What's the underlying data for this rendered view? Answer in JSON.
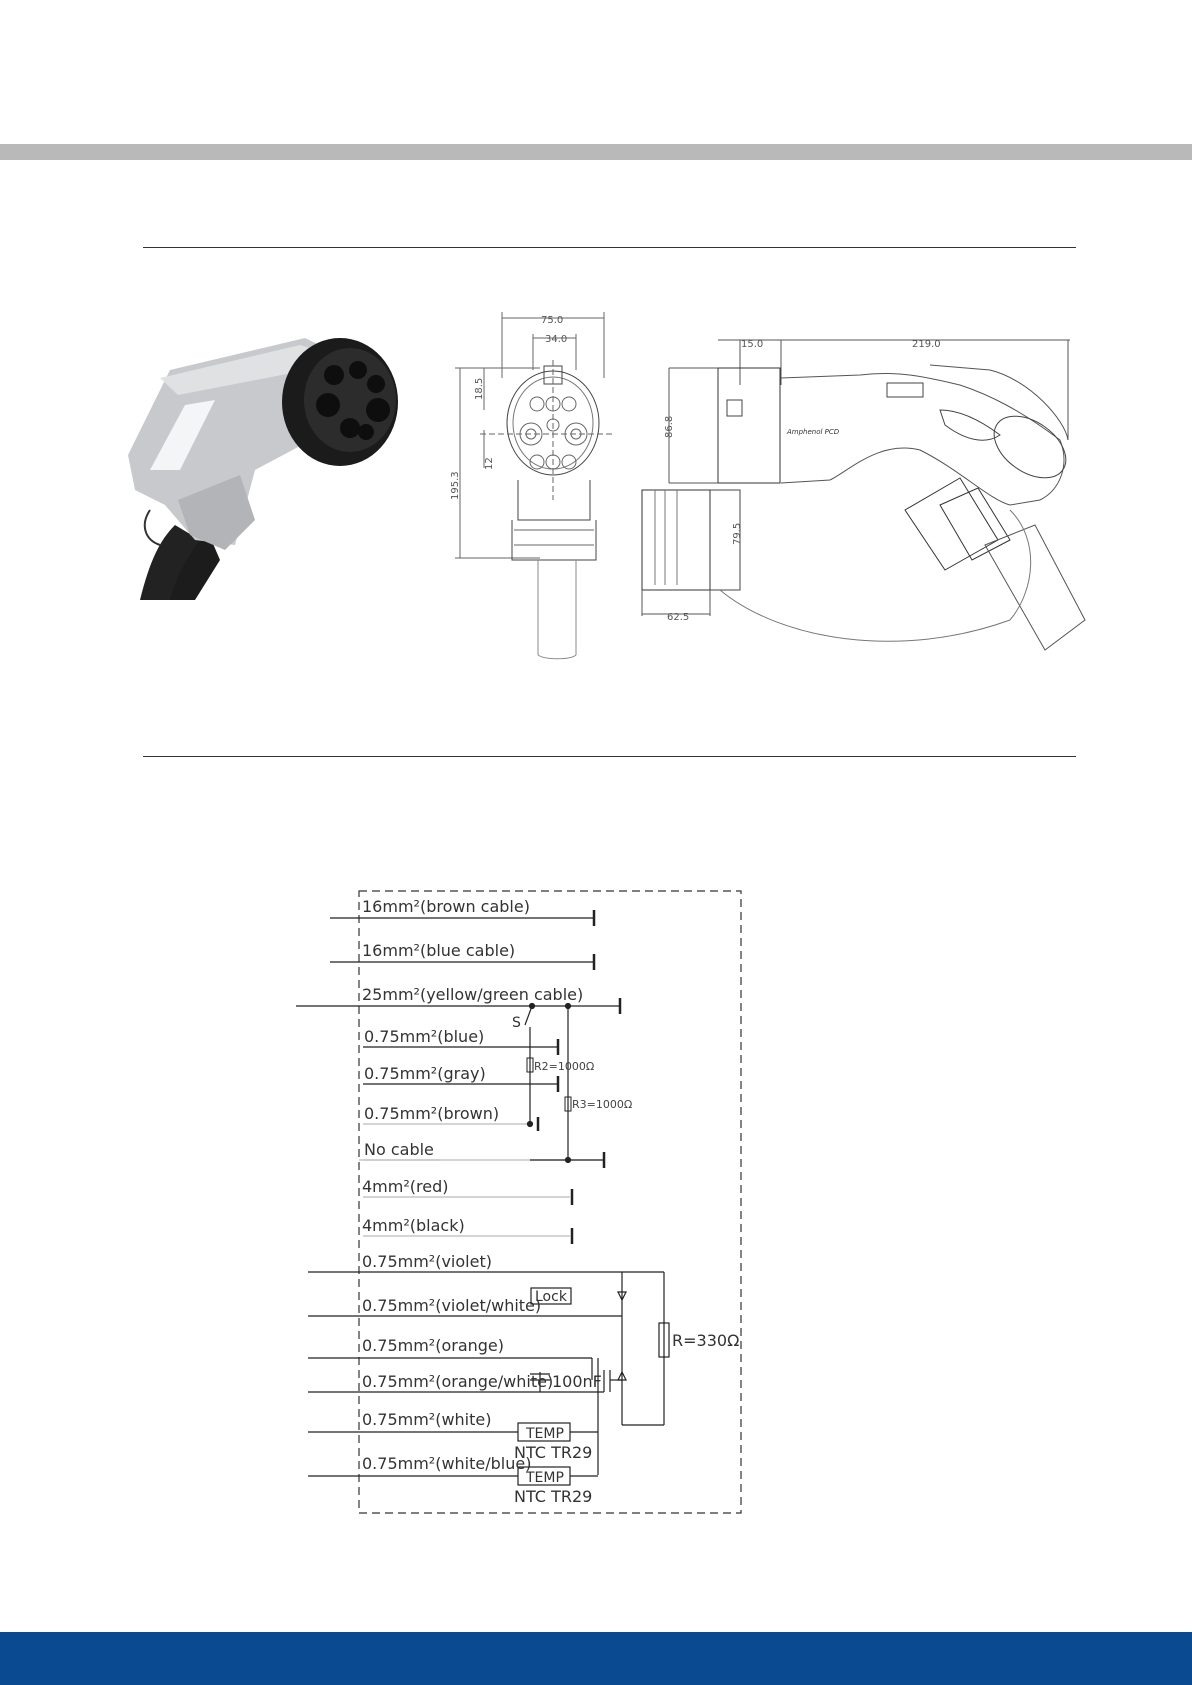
{
  "drawing": {
    "front_dims": [
      "75.0",
      "34.0",
      "18.5",
      "12",
      "195.3"
    ],
    "side_dims": [
      "15.0",
      "219.0",
      "86.8",
      "79.5",
      "62.5"
    ],
    "brand": "Amphenol PCD"
  },
  "schematic": {
    "wires": [
      {
        "label": "16mm²(brown  cable)"
      },
      {
        "label": "16mm²(blue  cable)"
      },
      {
        "label": "25mm²(yellow/green  cable)"
      },
      {
        "label": "0.75mm²(blue)"
      },
      {
        "label": "0.75mm²(gray)"
      },
      {
        "label": "0.75mm²(brown)"
      },
      {
        "label": "No  cable"
      },
      {
        "label": "4mm²(red)"
      },
      {
        "label": "4mm²(black)"
      },
      {
        "label": "0.75mm²(violet)"
      },
      {
        "label": "0.75mm²(violet/white)"
      },
      {
        "label": "0.75mm²(orange)"
      },
      {
        "label": "0.75mm²(orange/white)"
      },
      {
        "label": "0.75mm²(white)"
      },
      {
        "label": "0.75mm²(white/blue)"
      }
    ],
    "components": {
      "switch": "S",
      "r2": "R2=1000Ω",
      "r3": "R3=1000Ω",
      "lock": "Lock",
      "capacitor": "100nF",
      "resistor": "R=330Ω",
      "temp1": "TEMP",
      "ntc1": "NTC  TR29",
      "temp2": "TEMP",
      "ntc2": "NTC  TR29"
    }
  }
}
